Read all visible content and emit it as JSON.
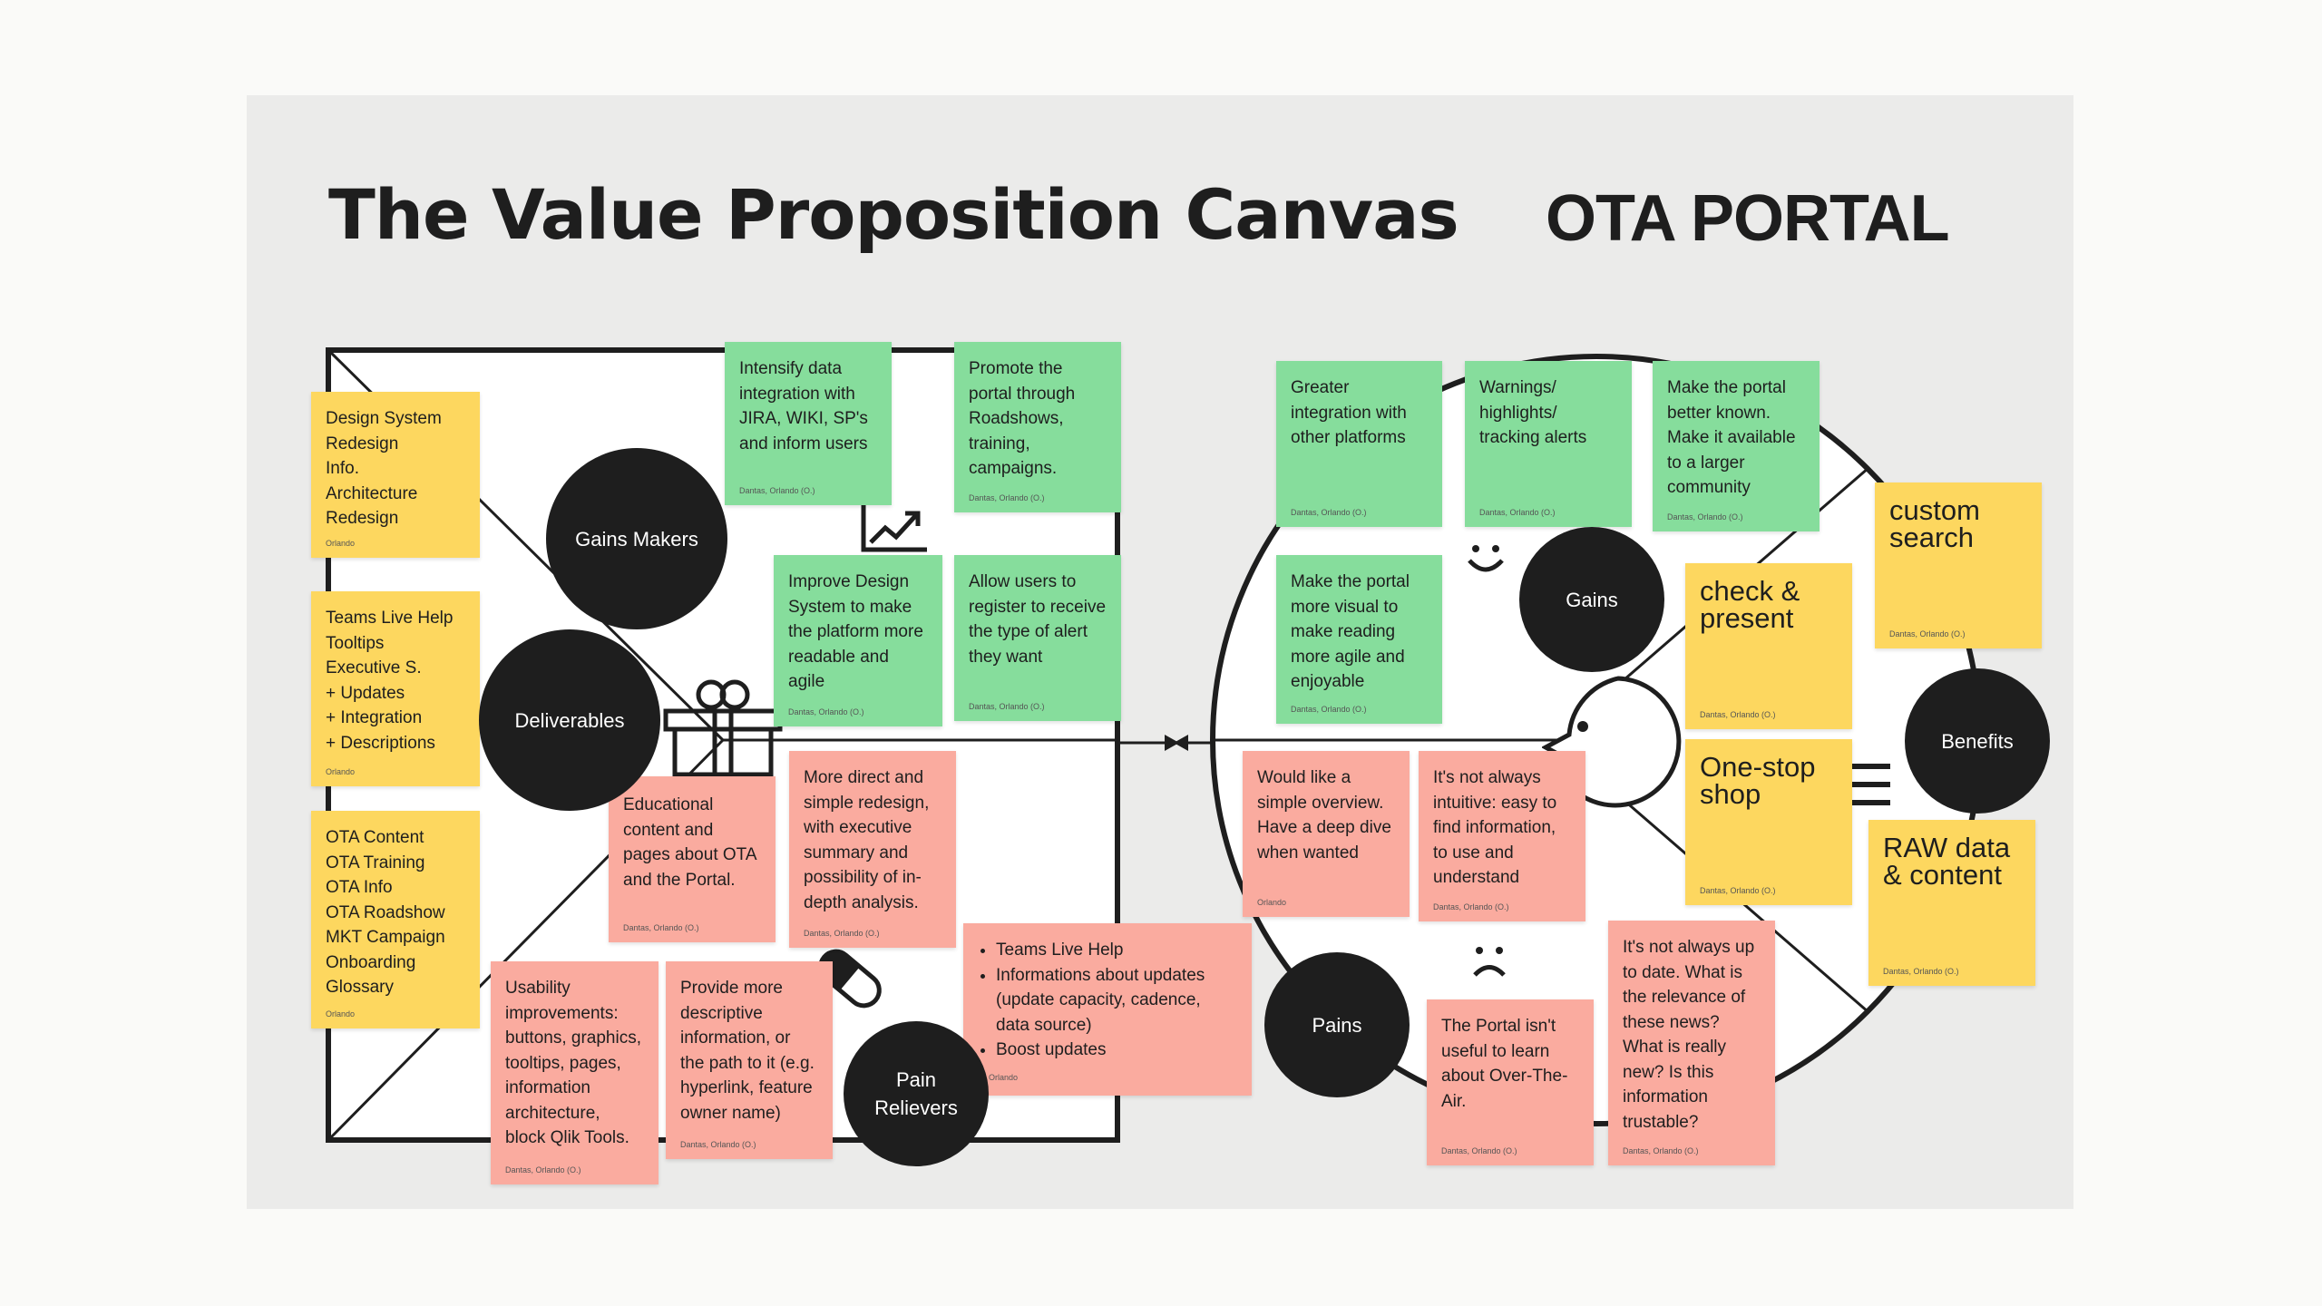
{
  "header": {
    "title": "The Value Proposition Canvas",
    "subtitle": "OTA PORTAL"
  },
  "colors": {
    "yellow": "#fdd75f",
    "green": "#86dd9c",
    "pink": "#faab9f",
    "ink": "#1e1e1e",
    "board": "#ebebea"
  },
  "labels": {
    "gains_makers": "Gains Makers",
    "deliverables": "Deliverables",
    "pain_relievers": "Pain\nRelievers",
    "gains": "Gains",
    "benefits": "Benefits",
    "pains": "Pains"
  },
  "icons": {
    "chart": "trending-up-icon",
    "gift": "gift-icon",
    "pill": "pill-icon",
    "smile": "smile-icon",
    "frown": "frown-icon",
    "face": "customer-face-icon",
    "lines": "list-lines-icon"
  },
  "stickies": {
    "y_design": {
      "text": "Design System\nRedesign\nInfo.\nArchitecture\nRedesign",
      "author": "Orlando"
    },
    "y_teams": {
      "text": "Teams Live Help\nTooltips\nExecutive S.\n+ Updates\n+ Integration\n+ Descriptions",
      "author": "Orlando"
    },
    "y_ota": {
      "text": "OTA Content\nOTA Training\nOTA Info\nOTA Roadshow\nMKT Campaign\nOnboarding\nGlossary",
      "author": "Orlando"
    },
    "g_intensify": {
      "text": "Intensify data\nintegration with\nJIRA, WIKI, SP's\nand inform users",
      "author": "Dantas, Orlando (O.)"
    },
    "g_promote": {
      "text": "Promote the\nportal through\nRoadshows,\ntraining,\ncampaigns.",
      "author": "Dantas, Orlando (O.)"
    },
    "g_improve": {
      "text": "Improve Design\nSystem to make\nthe platform more\nreadable and\nagile",
      "author": "Dantas, Orlando (O.)"
    },
    "g_allow": {
      "text": "Allow users to\nregister to receive\nthe type of alert\nthey want",
      "author": "Dantas, Orlando (O.)"
    },
    "p_educational": {
      "text": "Educational\ncontent and\npages about OTA\nand the Portal.",
      "author": "Dantas, Orlando (O.)"
    },
    "p_direct": {
      "text": "More direct and\nsimple redesign,\nwith executive\nsummary and\npossibility of in-\ndepth analysis.",
      "author": "Dantas, Orlando (O.)"
    },
    "p_usability": {
      "text": "Usability\nimprovements:\nbuttons, graphics,\ntooltips, pages,\ninformation\narchitecture,\nblock Qlik Tools.",
      "author": "Dantas, Orlando (O.)"
    },
    "p_provide": {
      "text": "Provide more\ndescriptive\ninformation, or\nthe path to it (e.g.\nhyperlink, feature\nowner name)",
      "author": "Dantas, Orlando (O.)"
    },
    "p_teamslist": {
      "items": [
        "Teams Live Help",
        "Informations about updates (update capacity, cadence, data source)",
        "Boost updates"
      ],
      "author": "Orlando"
    },
    "g_greater": {
      "text": "Greater\nintegration with\nother platforms",
      "author": "Dantas, Orlando (O.)"
    },
    "g_warnings": {
      "text": "Warnings/\nhighlights/\ntracking alerts",
      "author": "Dantas, Orlando (O.)"
    },
    "g_known": {
      "text": "Make the portal\nbetter known.\nMake it available\nto a larger\ncommunity",
      "author": "Dantas, Orlando (O.)"
    },
    "g_visual": {
      "text": "Make the portal\nmore visual to\nmake reading\nmore agile and\nenjoyable",
      "author": "Dantas, Orlando (O.)"
    },
    "p_overview": {
      "text": "Would like a\nsimple overview.\nHave a deep dive\nwhen wanted",
      "author": "Orlando"
    },
    "p_intuitive": {
      "text": "It's not always\nintuitive: easy to\nfind information,\nto use and\nunderstand",
      "author": "Dantas, Orlando (O.)"
    },
    "p_notuseful": {
      "text": "The Portal isn't\nuseful to learn\nabout Over-The-\nAir.",
      "author": "Dantas, Orlando (O.)"
    },
    "p_uptodate": {
      "text": "It's not always up\nto date. What is\nthe relevance of\nthese news?\nWhat is really\nnew? Is this\ninformation\ntrustable?",
      "author": "Dantas, Orlando (O.)"
    },
    "y_custom": {
      "text": "custom\nsearch",
      "author": "Dantas, Orlando (O.)"
    },
    "y_check": {
      "text": "check &\npresent",
      "author": "Dantas, Orlando (O.)"
    },
    "y_onestop": {
      "text": "One-stop\nshop",
      "author": "Dantas, Orlando (O.)"
    },
    "y_raw": {
      "text": "RAW data\n& content",
      "author": "Dantas, Orlando (O.)"
    }
  }
}
